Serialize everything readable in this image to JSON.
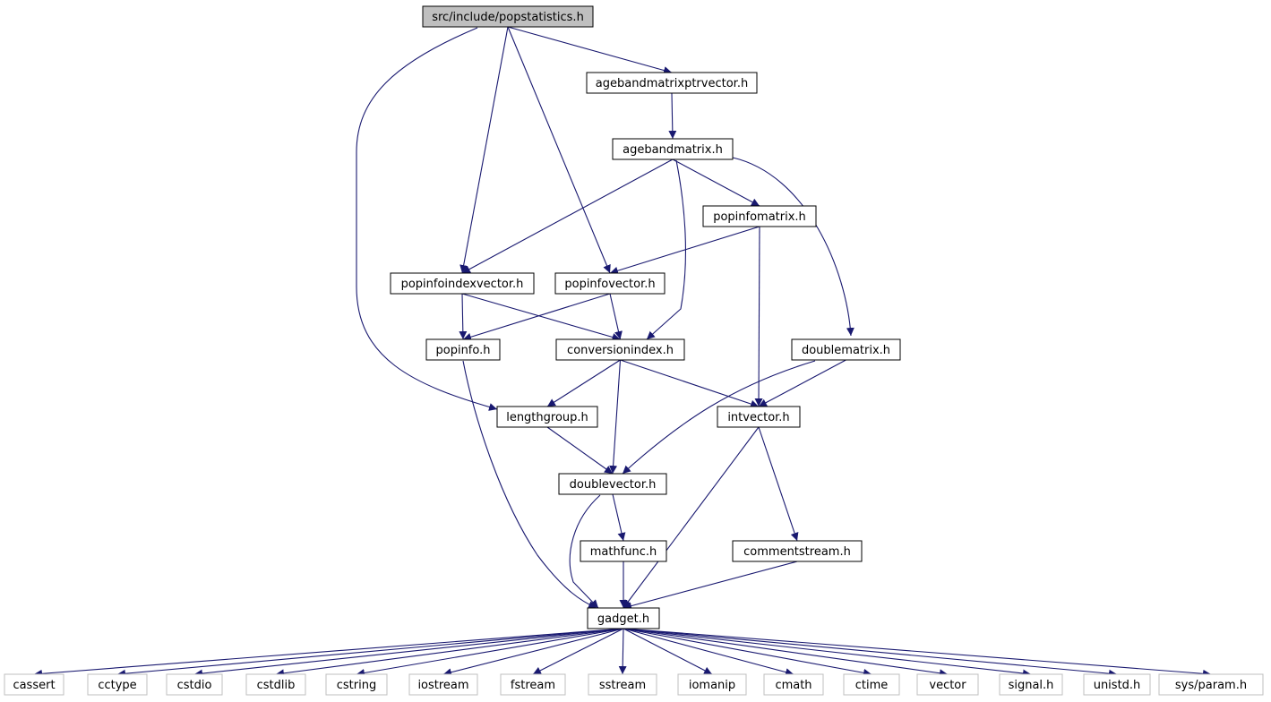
{
  "colors": {
    "edge": "#191970",
    "root_fill": "#bfbfbf",
    "node_border": "#000000",
    "system_border": "#bfbfbf",
    "system_text": "#000000"
  },
  "nodes": {
    "popstatistics": "src/include/popstatistics.h",
    "agebandmatrixptrvector": "agebandmatrixptrvector.h",
    "agebandmatrix": "agebandmatrix.h",
    "popinfomatrix": "popinfomatrix.h",
    "popinfoindexvector": "popinfoindexvector.h",
    "popinfovector": "popinfovector.h",
    "popinfo": "popinfo.h",
    "conversionindex": "conversionindex.h",
    "doublematrix": "doublematrix.h",
    "lengthgroup": "lengthgroup.h",
    "intvector": "intvector.h",
    "doublevector": "doublevector.h",
    "mathfunc": "mathfunc.h",
    "commentstream": "commentstream.h",
    "gadget": "gadget.h",
    "cassert": "cassert",
    "cctype": "cctype",
    "cstdio": "cstdio",
    "cstdlib": "cstdlib",
    "cstring": "cstring",
    "iostream": "iostream",
    "fstream": "fstream",
    "sstream": "sstream",
    "iomanip": "iomanip",
    "cmath": "cmath",
    "ctime": "ctime",
    "vector": "vector",
    "signal": "signal.h",
    "unistd": "unistd.h",
    "sysparam": "sys/param.h"
  },
  "edges": [
    [
      "popstatistics",
      "agebandmatrixptrvector"
    ],
    [
      "popstatistics",
      "popinfoindexvector"
    ],
    [
      "popstatistics",
      "popinfovector"
    ],
    [
      "popstatistics",
      "lengthgroup"
    ],
    [
      "agebandmatrixptrvector",
      "agebandmatrix"
    ],
    [
      "agebandmatrix",
      "popinfomatrix"
    ],
    [
      "agebandmatrix",
      "popinfoindexvector"
    ],
    [
      "agebandmatrix",
      "conversionindex"
    ],
    [
      "agebandmatrix",
      "doublematrix"
    ],
    [
      "popinfomatrix",
      "popinfovector"
    ],
    [
      "popinfomatrix",
      "intvector"
    ],
    [
      "popinfoindexvector",
      "popinfo"
    ],
    [
      "popinfoindexvector",
      "conversionindex"
    ],
    [
      "popinfovector",
      "popinfo"
    ],
    [
      "popinfovector",
      "conversionindex"
    ],
    [
      "popinfo",
      "gadget"
    ],
    [
      "conversionindex",
      "lengthgroup"
    ],
    [
      "conversionindex",
      "doublevector"
    ],
    [
      "conversionindex",
      "intvector"
    ],
    [
      "doublematrix",
      "intvector"
    ],
    [
      "doublematrix",
      "doublevector"
    ],
    [
      "lengthgroup",
      "doublevector"
    ],
    [
      "intvector",
      "gadget"
    ],
    [
      "intvector",
      "commentstream"
    ],
    [
      "doublevector",
      "mathfunc"
    ],
    [
      "doublevector",
      "gadget"
    ],
    [
      "mathfunc",
      "gadget"
    ],
    [
      "commentstream",
      "gadget"
    ],
    [
      "gadget",
      "cassert"
    ],
    [
      "gadget",
      "cctype"
    ],
    [
      "gadget",
      "cstdio"
    ],
    [
      "gadget",
      "cstdlib"
    ],
    [
      "gadget",
      "cstring"
    ],
    [
      "gadget",
      "iostream"
    ],
    [
      "gadget",
      "fstream"
    ],
    [
      "gadget",
      "sstream"
    ],
    [
      "gadget",
      "iomanip"
    ],
    [
      "gadget",
      "cmath"
    ],
    [
      "gadget",
      "ctime"
    ],
    [
      "gadget",
      "vector"
    ],
    [
      "gadget",
      "signal"
    ],
    [
      "gadget",
      "unistd"
    ],
    [
      "gadget",
      "sysparam"
    ]
  ]
}
